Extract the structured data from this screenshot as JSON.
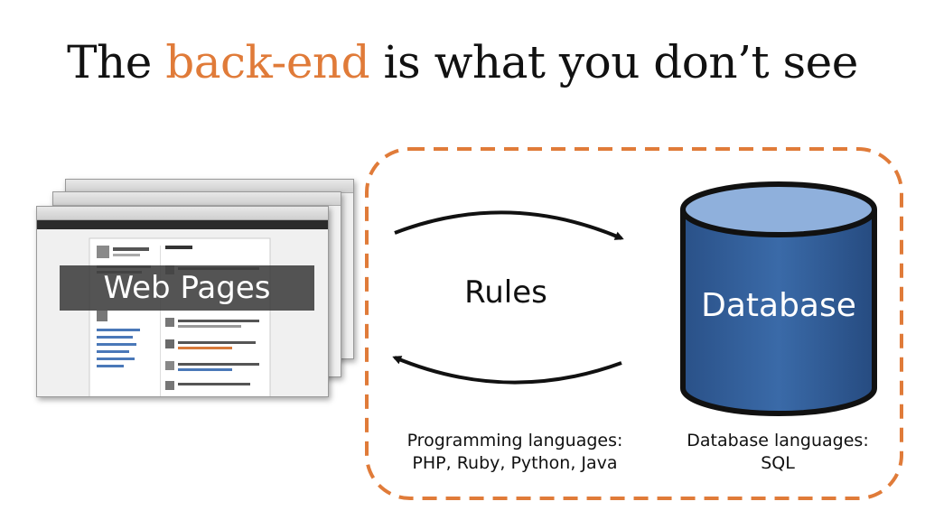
{
  "title": {
    "prefix": "The ",
    "accent": "back-end",
    "suffix": " is what you don’t see"
  },
  "webpages": {
    "label": "Web Pages"
  },
  "rules": {
    "label": "Rules"
  },
  "database": {
    "label": "Database"
  },
  "programming": {
    "line1": "Programming languages:",
    "line2": "PHP, Ruby, Python, Java"
  },
  "database_languages": {
    "line1": "Database languages:",
    "line2": "SQL"
  },
  "colors": {
    "accent": "#e07b39",
    "cylinder_body": "#2f5b94",
    "cylinder_top": "#8fb0dc",
    "outline": "#111111"
  }
}
